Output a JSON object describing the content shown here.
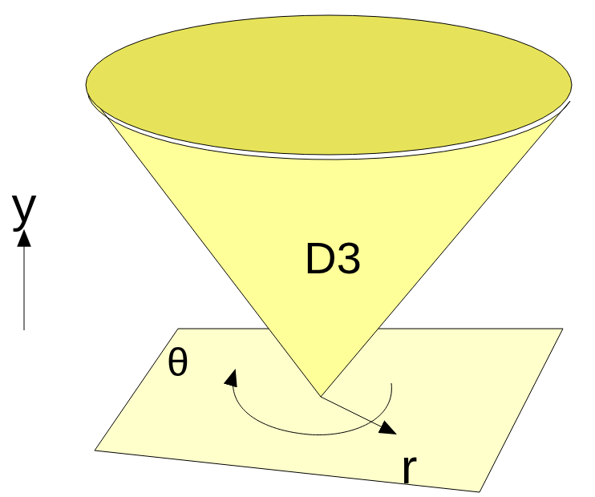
{
  "diagram": {
    "nodes": [
      {
        "text": [
          "D3"
        ]
      }
    ],
    "labels": [
      "y",
      "θ",
      "r"
    ]
  }
}
